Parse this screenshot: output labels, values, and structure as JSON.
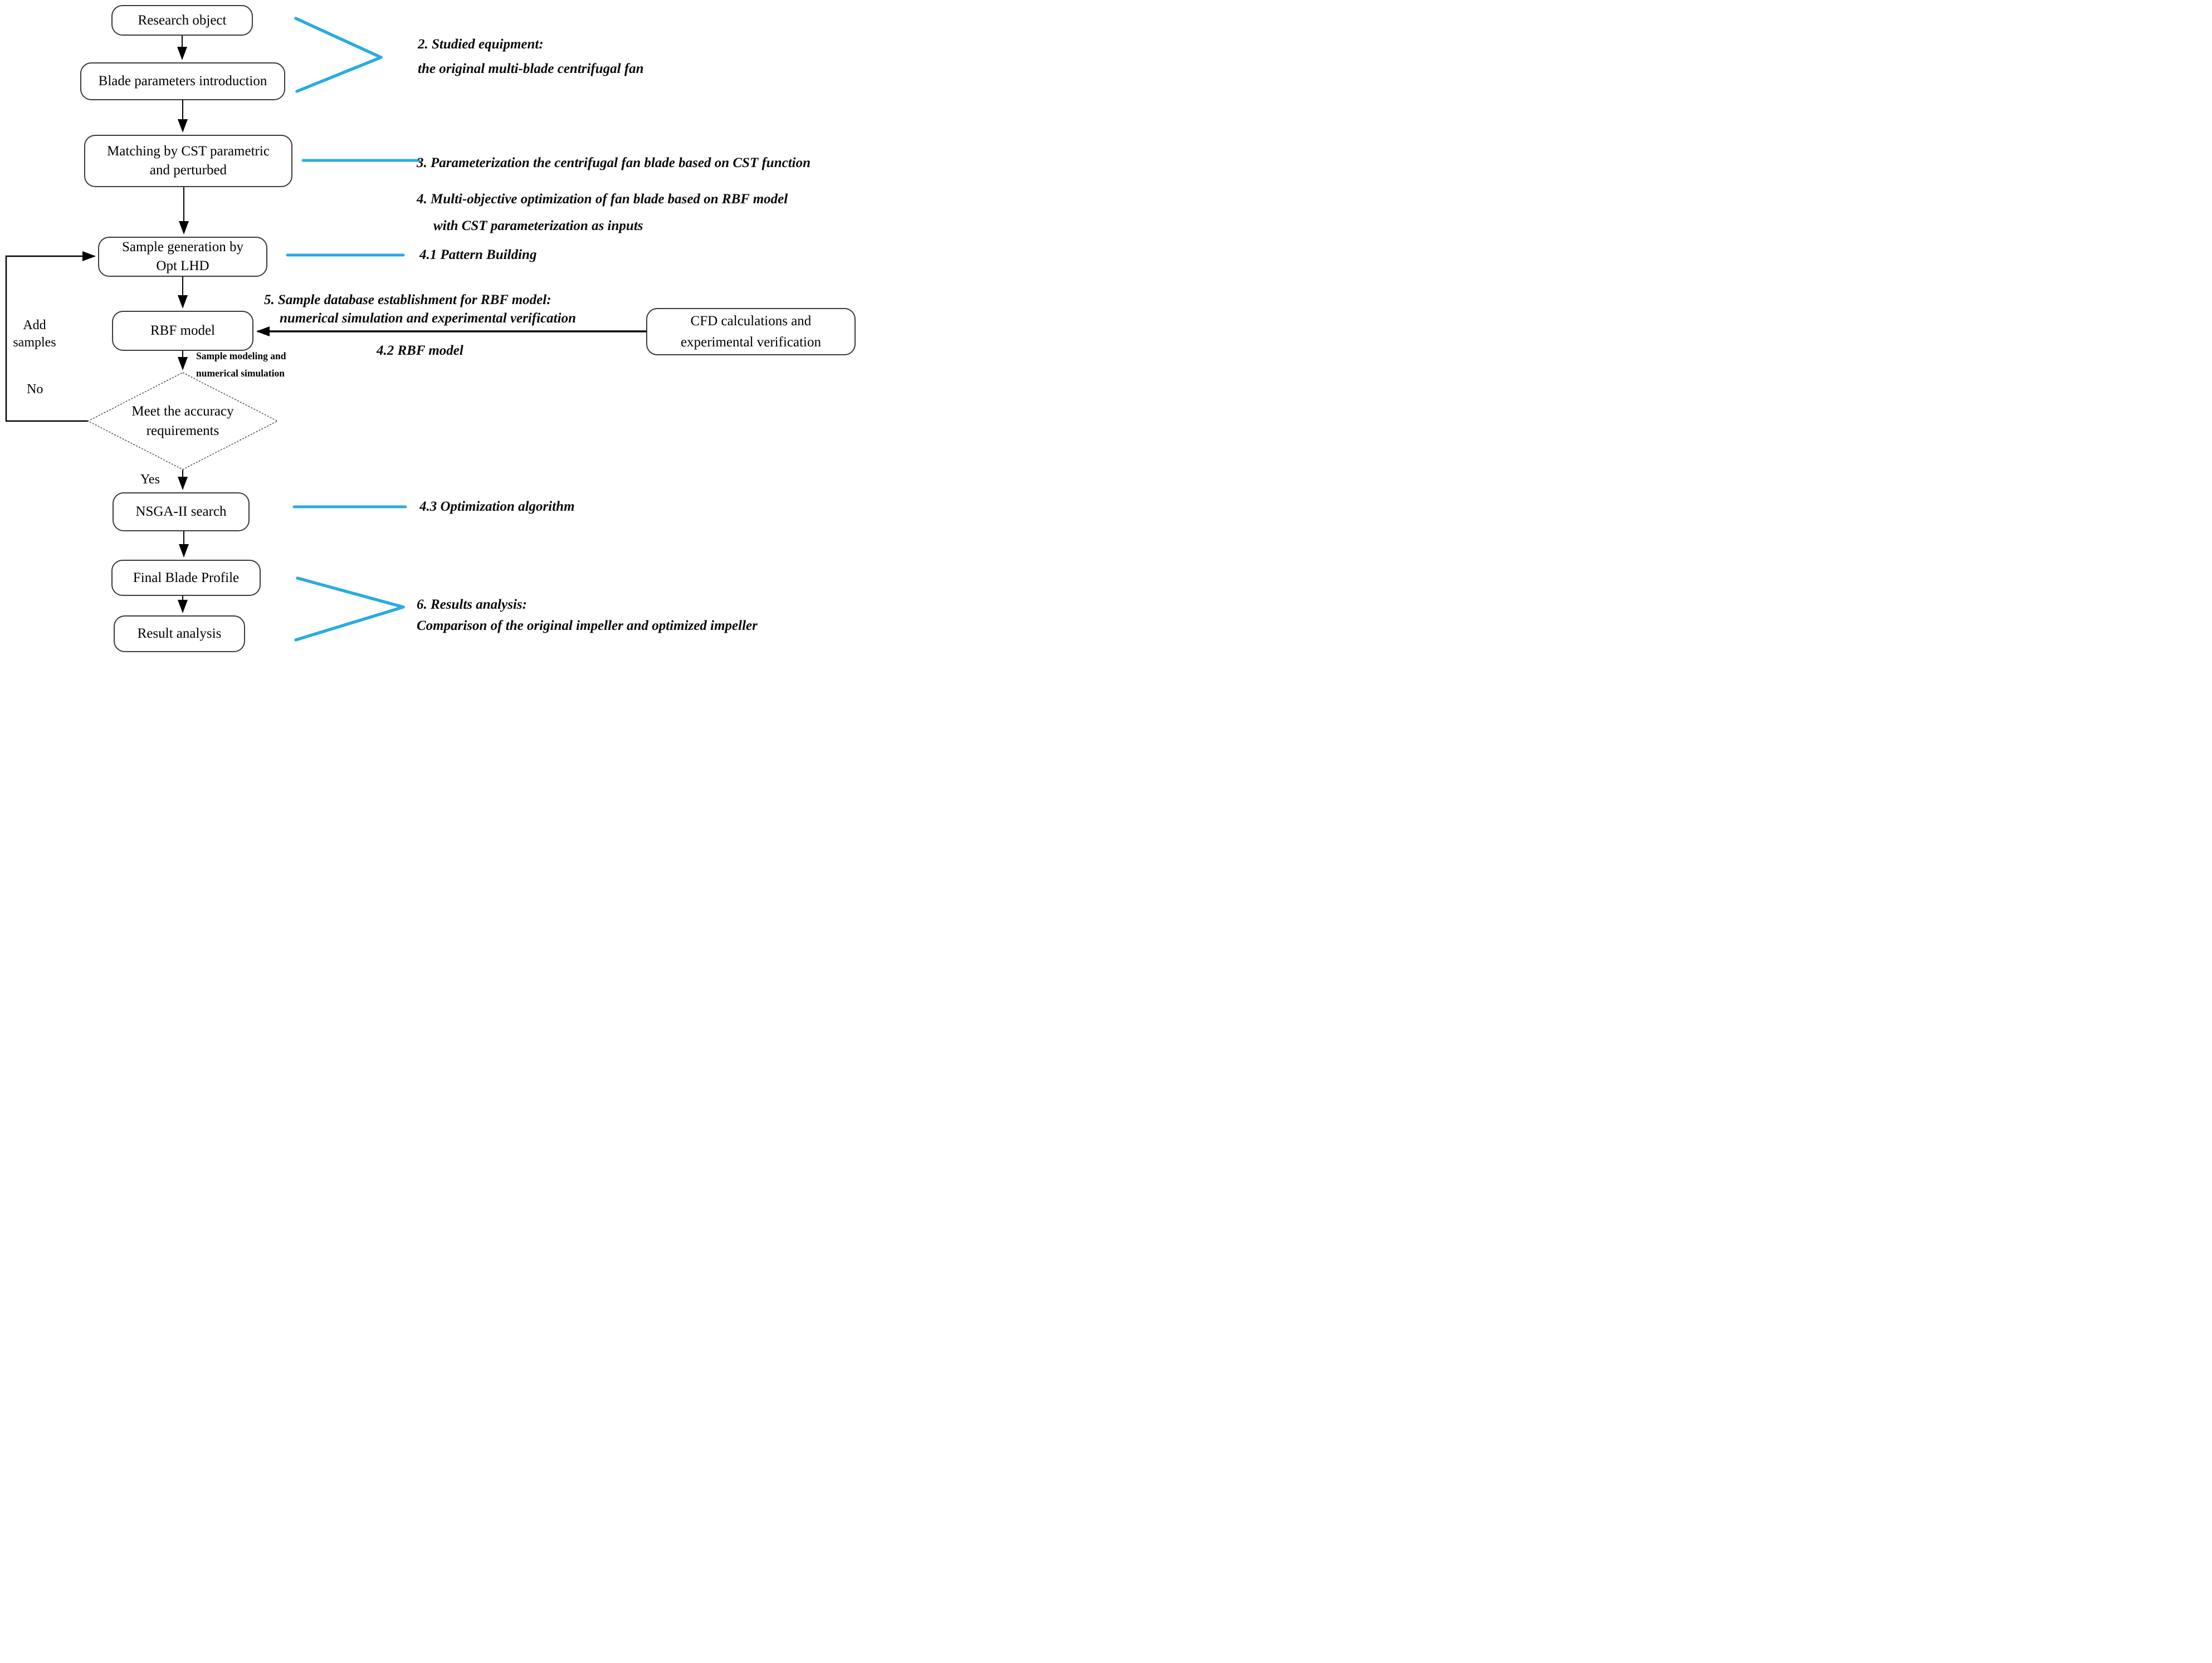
{
  "diagram": {
    "kind": "flowchart",
    "accent_color": "#29abe2",
    "line_color": "#000000",
    "nodes": {
      "research_object": {
        "label": "Research object"
      },
      "blade_parameters": {
        "label": "Blade parameters introduction"
      },
      "matching_cst": {
        "line1": "Matching by CST parametric",
        "line2": "and perturbed"
      },
      "sample_generation": {
        "line1": "Sample generation by",
        "line2": "Opt LHD"
      },
      "rbf_model": {
        "label": "RBF model"
      },
      "cfd_calculations": {
        "line1": "CFD calculations and",
        "line2": "experimental verification"
      },
      "accuracy_decision": {
        "line1": "Meet the accuracy",
        "line2": "requirements"
      },
      "nsga_search": {
        "label": "NSGA-II search"
      },
      "final_blade_profile": {
        "label": "Final Blade Profile"
      },
      "result_analysis": {
        "label": "Result analysis"
      }
    },
    "edge_labels": {
      "add_samples_line1": "Add",
      "add_samples_line2": "samples",
      "no": "No",
      "yes": "Yes",
      "sample_modeling_line1": "Sample modeling and",
      "sample_modeling_line2": "numerical simulation"
    },
    "annotations": {
      "sec2_line1": "2. Studied equipment:",
      "sec2_line2": "the original multi-blade centrifugal fan",
      "sec3": "3. Parameterization the centrifugal fan blade based on CST function",
      "sec4_line1": "4. Multi-objective optimization of fan blade based on RBF model",
      "sec4_line2": "with CST parameterization as inputs",
      "sec41": "4.1 Pattern Building",
      "sec5_line1": "5. Sample database establishment for RBF model:",
      "sec5_line2": "numerical simulation and experimental verification",
      "sec42": "4.2 RBF model",
      "sec43": "4.3 Optimization algorithm",
      "sec6_line1": "6. Results analysis:",
      "sec6_line2": "Comparison of the original impeller and optimized impeller"
    }
  }
}
